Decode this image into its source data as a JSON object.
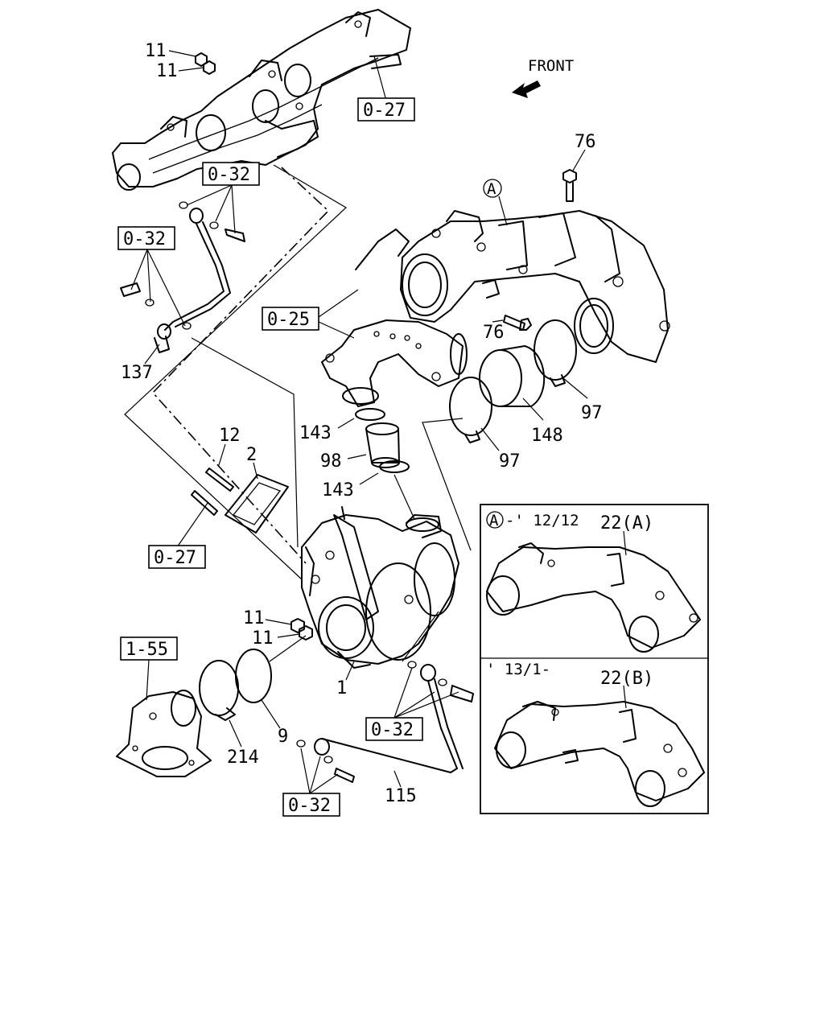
{
  "diagram": {
    "front_label": "FRONT",
    "callouts": {
      "c11a": "11",
      "c11b": "11",
      "c11c": "11",
      "c11d": "11",
      "c76a": "76",
      "c76b": "76",
      "c137": "137",
      "c143a": "143",
      "c143b": "143",
      "c98": "98",
      "c148": "148",
      "c97a": "97",
      "c97b": "97",
      "c12": "12",
      "c2": "2",
      "c1": "1",
      "c9": "9",
      "c214": "214",
      "c115": "115"
    },
    "references": {
      "r027a": "0-27",
      "r032a": "0-32",
      "r032b": "0-32",
      "r025": "0-25",
      "r027b": "0-27",
      "r155": "1-55",
      "r032c": "0-32",
      "r032d": "0-32"
    },
    "circle_marker": "A",
    "inset": {
      "marker": "A",
      "range_top": "-' 12/12",
      "part_top": "22(A)",
      "range_bottom": "' 13/1-",
      "part_bottom": "22(B)"
    }
  }
}
